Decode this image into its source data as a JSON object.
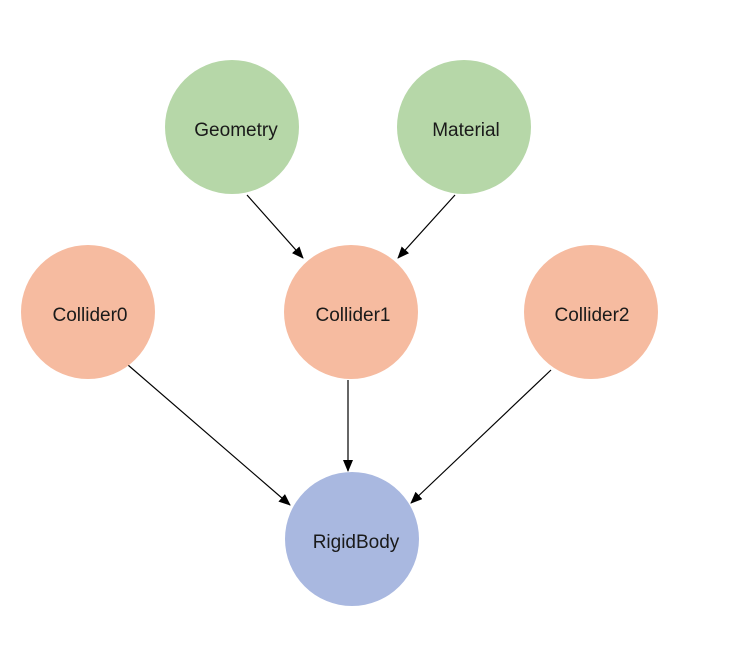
{
  "colors": {
    "input": "#b6d7a8",
    "collider": "#f6bba0",
    "body": "#a9b8e0",
    "edge": "#000000"
  },
  "nodes": [
    {
      "id": "geometry",
      "label": "Geometry",
      "kind": "input"
    },
    {
      "id": "material",
      "label": "Material",
      "kind": "input"
    },
    {
      "id": "collider0",
      "label": "Collider0",
      "kind": "collider"
    },
    {
      "id": "collider1",
      "label": "Collider1",
      "kind": "collider"
    },
    {
      "id": "collider2",
      "label": "Collider2",
      "kind": "collider"
    },
    {
      "id": "rigidbody",
      "label": "RigidBody",
      "kind": "body"
    }
  ],
  "edges": [
    {
      "from": "geometry",
      "to": "collider1"
    },
    {
      "from": "material",
      "to": "collider1"
    },
    {
      "from": "collider0",
      "to": "rigidbody"
    },
    {
      "from": "collider1",
      "to": "rigidbody"
    },
    {
      "from": "collider2",
      "to": "rigidbody"
    }
  ]
}
